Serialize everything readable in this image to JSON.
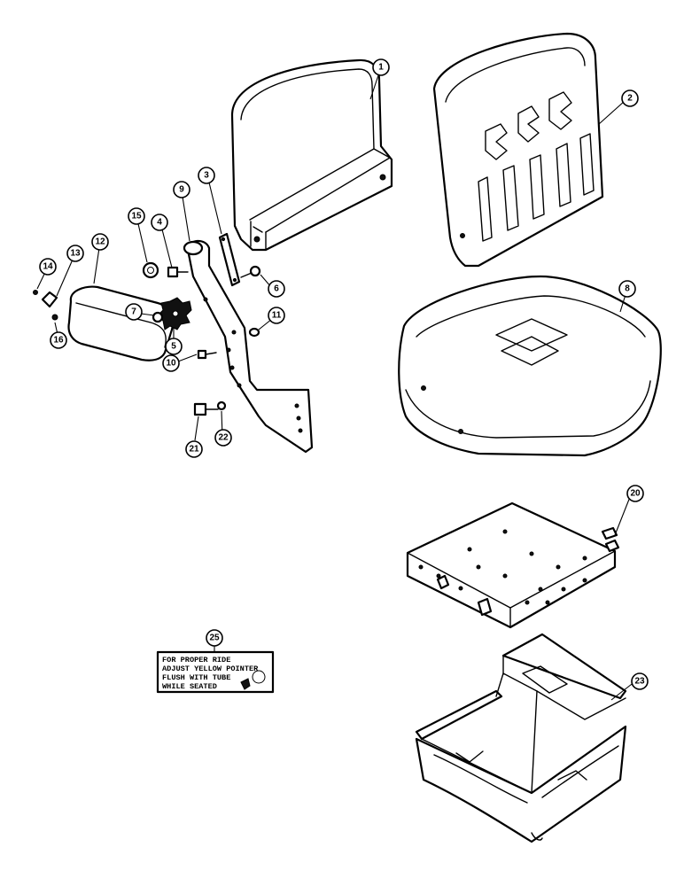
{
  "callouts": {
    "c1": "1",
    "c2": "2",
    "c3": "3",
    "c4": "4",
    "c5": "5",
    "c6": "6",
    "c7": "7",
    "c8": "8",
    "c9": "9",
    "c10": "10",
    "c11": "11",
    "c12": "12",
    "c13": "13",
    "c14": "14",
    "c15": "15",
    "c16": "16",
    "c20": "20",
    "c21": "21",
    "c22": "22",
    "c23": "23",
    "c25": "25"
  },
  "decal": {
    "line1": "FOR PROPER RIDE",
    "line2": "ADJUST YELLOW POINTER",
    "line3": "FLUSH WITH TUBE",
    "line4": "WHILE SEATED"
  }
}
